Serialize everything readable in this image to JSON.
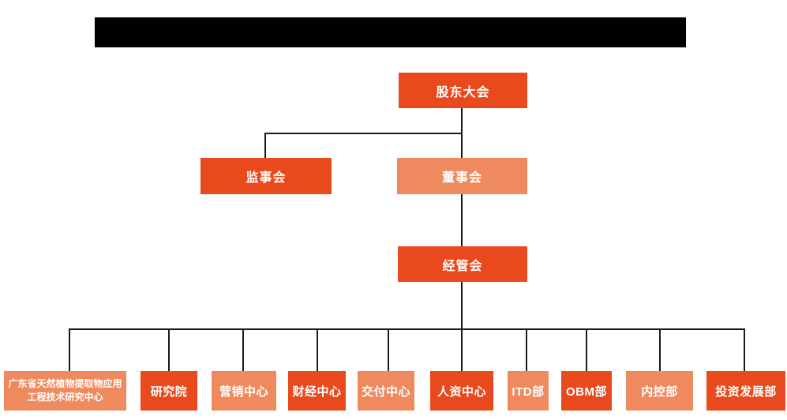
{
  "colors": {
    "primary_orange": "#E8491D",
    "secondary_orange": "#EF8A5E",
    "connector_black": "#1A1A1A",
    "redaction_black": "#000000",
    "node_text_white": "#FFFFFF",
    "background_white": "#FFFFFF"
  },
  "org_chart": {
    "root": {
      "label": "股东大会",
      "tone": "dark"
    },
    "level2": [
      {
        "label": "监事会",
        "tone": "dark"
      },
      {
        "label": "董事会",
        "tone": "light"
      }
    ],
    "level3": {
      "label": "经管会",
      "tone": "dark"
    },
    "departments": [
      {
        "label": "广东省天然植物提取物应用工程技术研究中心",
        "tone": "light"
      },
      {
        "label": "研究院",
        "tone": "dark"
      },
      {
        "label": "营销中心",
        "tone": "light"
      },
      {
        "label": "财经中心",
        "tone": "dark"
      },
      {
        "label": "交付中心",
        "tone": "light"
      },
      {
        "label": "人资中心",
        "tone": "dark"
      },
      {
        "label": "ITD部",
        "tone": "light"
      },
      {
        "label": "OBM部",
        "tone": "dark"
      },
      {
        "label": "内控部",
        "tone": "light"
      },
      {
        "label": "投资发展部",
        "tone": "dark"
      }
    ]
  }
}
